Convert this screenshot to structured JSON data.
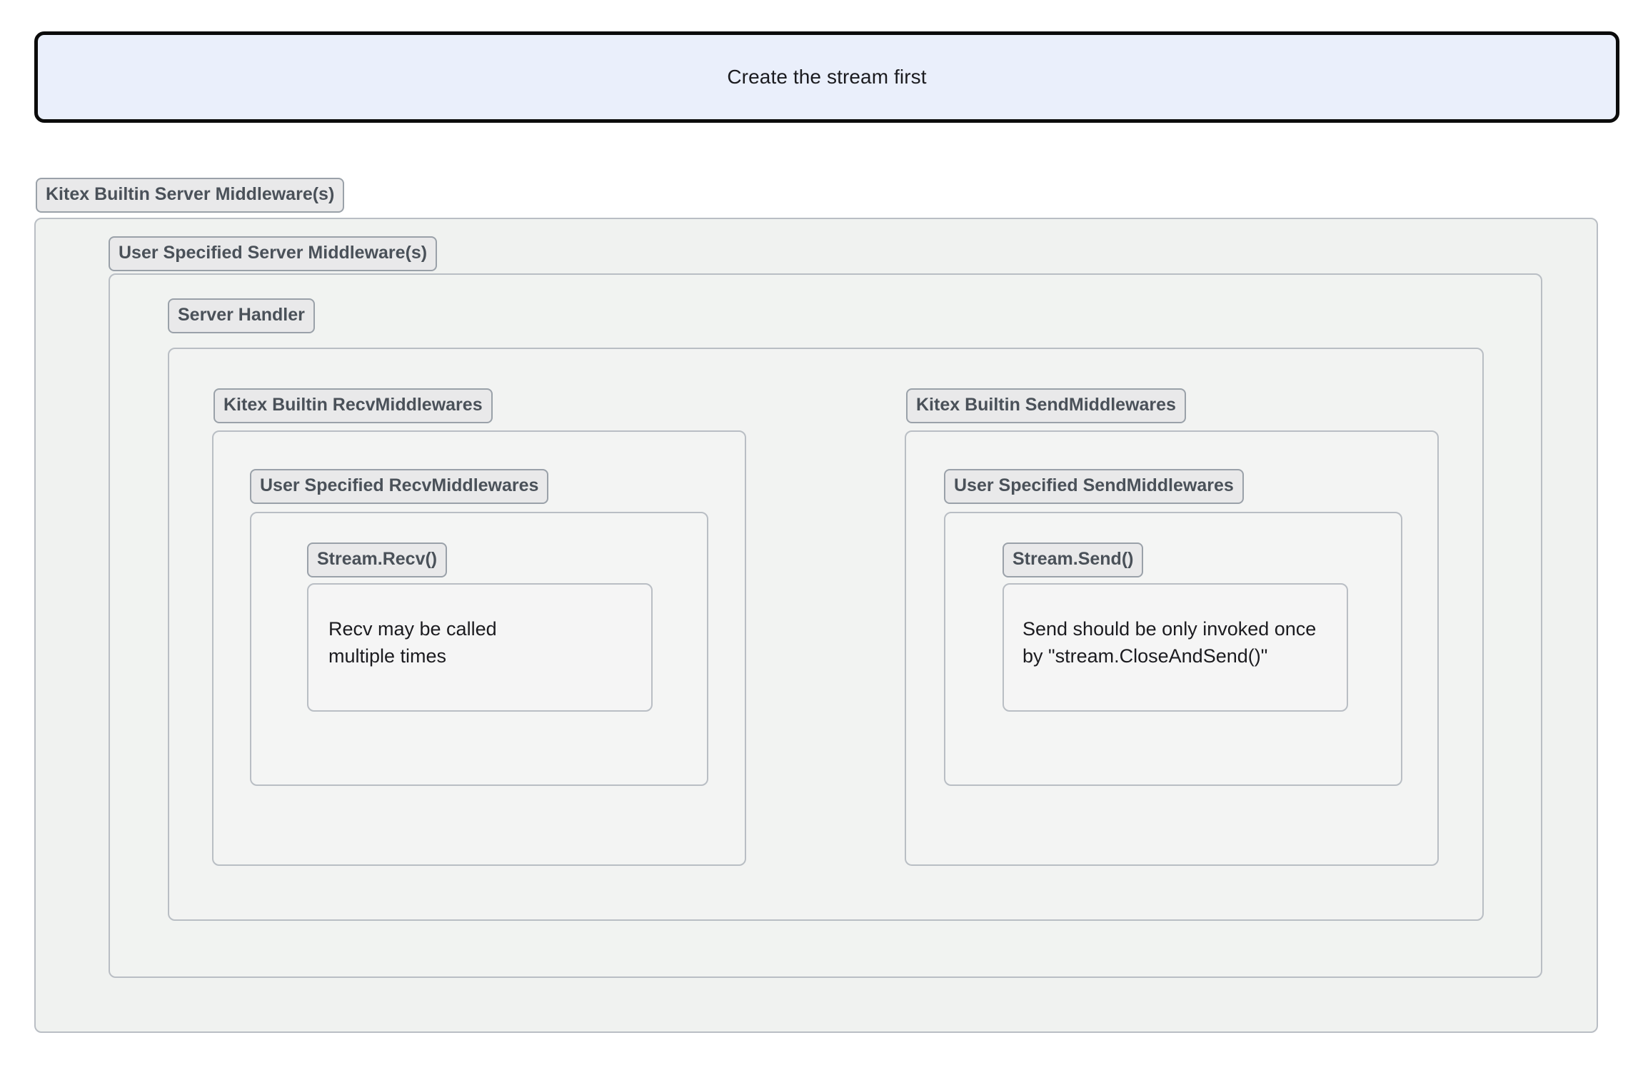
{
  "banner": {
    "text": "Create the stream first"
  },
  "diagram": {
    "type": "nested-subgraph-flowchart",
    "subgraphs": [
      {
        "id": "builtin-server",
        "label": "Kitex Builtin Server Middleware(s)",
        "depth": 1
      },
      {
        "id": "user-server",
        "label": "User Specified Server Middleware(s)",
        "depth": 2
      },
      {
        "id": "server-handler",
        "label": "Server Handler",
        "depth": 3
      },
      {
        "id": "builtin-recv",
        "label": "Kitex Builtin RecvMiddlewares",
        "depth": 4
      },
      {
        "id": "user-recv",
        "label": "User Specified RecvMiddlewares",
        "depth": 5
      },
      {
        "id": "stream-recv",
        "label": "Stream.Recv()",
        "depth": 6
      },
      {
        "id": "builtin-send",
        "label": "Kitex Builtin SendMiddlewares",
        "depth": 4
      },
      {
        "id": "user-send",
        "label": "User Specified SendMiddlewares",
        "depth": 5
      },
      {
        "id": "stream-send",
        "label": "Stream.Send()",
        "depth": 6
      }
    ],
    "notes": {
      "recv": "Recv may be called\nmultiple times",
      "send": "Send should be only invoked once\nby \"stream.CloseAndSend()\""
    }
  },
  "colors": {
    "banner_fill": "#eaeffb",
    "banner_border": "#0b0b0b",
    "subgraph_border": "#b9bec4",
    "label_fill": "#e9e9ea",
    "label_border": "#9aa1a9",
    "label_text": "#4a5159",
    "body_text": "#1b1b1f",
    "page_background": "#ffffff"
  }
}
